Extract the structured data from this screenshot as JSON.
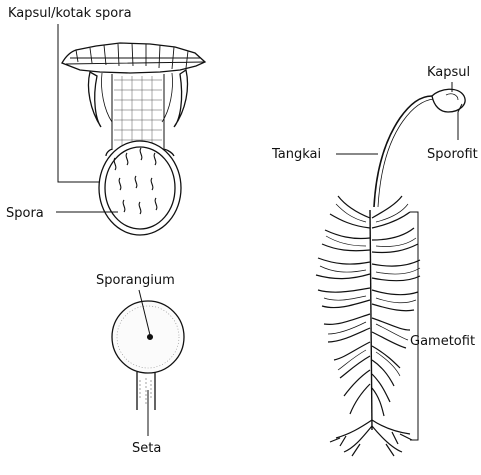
{
  "labels": {
    "capsule_box": "Kapsul/kotak spora",
    "spora": "Spora",
    "sporangium": "Sporangium",
    "seta": "Seta",
    "kapsul": "Kapsul",
    "tangkai": "Tangkai",
    "sporofit": "Sporofit",
    "gametofit": "Gametofit"
  },
  "colors": {
    "ink": "#111111",
    "paper": "#ffffff"
  }
}
